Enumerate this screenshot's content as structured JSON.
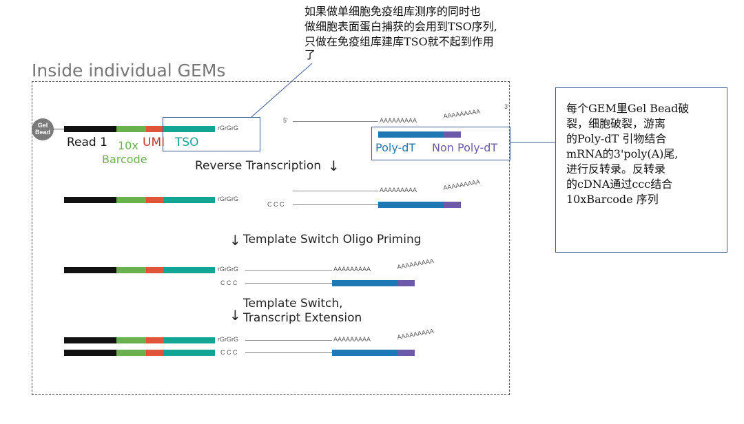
{
  "title": "Inside individual GEMs",
  "top_note": [
    "如果做单细胞免疫组库测序的同时也",
    "做细胞表面蛋白捕获的会用到TSO序列,",
    "只做在免疫组库建库TSO就不起到作用",
    "了"
  ],
  "right_note": [
    "每个GEM里Gel Bead破",
    "裂，细胞破裂，游离",
    "的Poly-dT 引物结合",
    "mRNA的3'poly(A)尾,",
    "进行反转录。反转录",
    "的cDNA通过ccc结合",
    "10xBarcode 序列"
  ],
  "gel_bead": [
    "Gel",
    "Bead"
  ],
  "labels": {
    "read1": "Read 1",
    "barcode_top": "10x",
    "barcode_bottom": "Barcode",
    "umi": "UMI",
    "tso": "TSO",
    "polydt": "Poly-dT",
    "nonpolydt": "Non Poly-dT",
    "rgrgrg": "rGrGrG",
    "ccc": "C C C",
    "five_prime": "5'",
    "polya": "AAAAAAAAA",
    "polya_tail": "AAAAAAAAA",
    "three_prime": "3'"
  },
  "steps": {
    "rt": "Reverse Transcription",
    "tsop": "Template Switch Oligo Priming",
    "ts_line1": "Template Switch,",
    "ts_line2": "Transcript Extension"
  },
  "colors": {
    "black": "#111111",
    "barcode_green": "#6ab04c",
    "umi_red": "#e0553a",
    "tso_teal": "#12a594",
    "polydt_blue": "#1e78b4",
    "nonpolydt_purple": "#6c5aa8",
    "umi_label": "#c0392b",
    "box_border": "#3a5a9a"
  }
}
